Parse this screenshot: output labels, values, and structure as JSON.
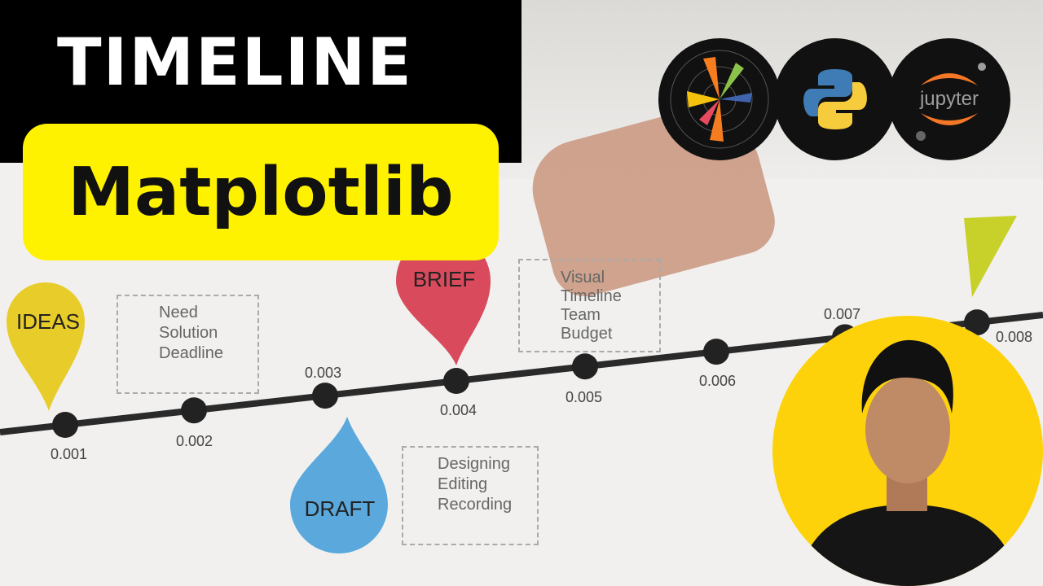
{
  "title": "TIMELINE",
  "subtitle": "Matplotlib",
  "logos": [
    {
      "name": "matplotlib-logo"
    },
    {
      "name": "python-logo"
    },
    {
      "name": "jupyter-logo",
      "text": "jupyter"
    }
  ],
  "timeline": {
    "ticks": [
      "0.001",
      "0.002",
      "0.003",
      "0.004",
      "0.005",
      "0.006",
      "0.007",
      "0.008"
    ],
    "pins": [
      "IDEAS",
      "DRAFT",
      "BRIEF"
    ],
    "boxes": [
      [
        "Need",
        "Solution",
        "Deadline"
      ],
      [
        "Designing",
        "Editing",
        "Recording"
      ],
      [
        "Visual",
        "Timeline",
        "Team",
        "Budget"
      ]
    ]
  },
  "colors": {
    "yellow": "#fff200",
    "ideas": "#e8cc2a",
    "draft": "#5aa8dc",
    "brief": "#d84a5c",
    "accent": "#c8d02a"
  }
}
